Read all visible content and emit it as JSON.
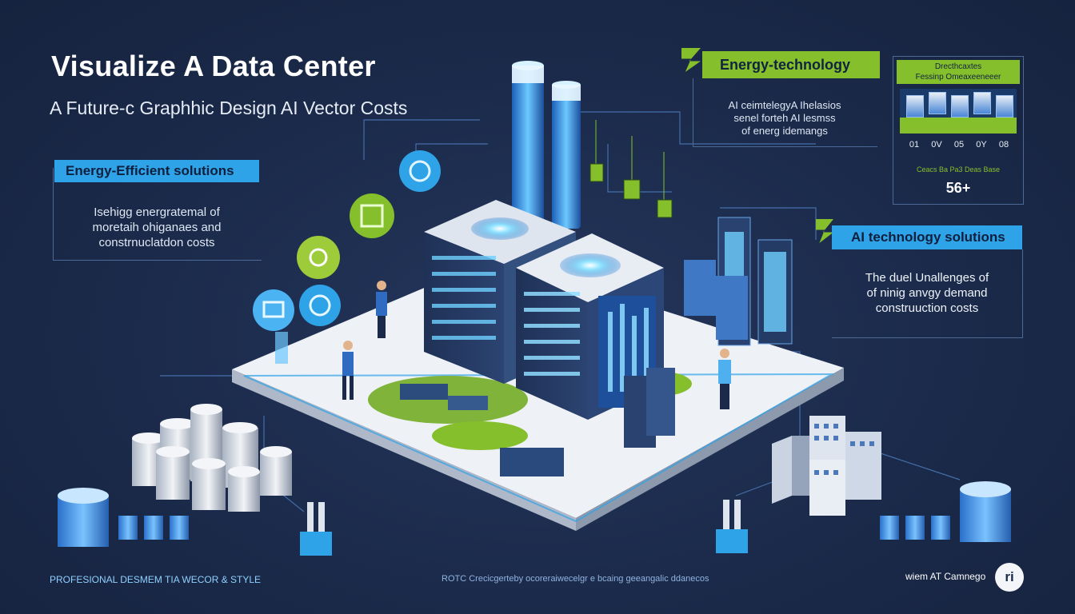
{
  "header": {
    "title": "Visualize A Data Center",
    "subtitle": "A Future-c Graphhic Design AI Vector Costs"
  },
  "left_panel": {
    "tag": "Energy-Efficient solutions",
    "lines": [
      "Isehigg energratemal of",
      "moretaih ohiganaes and",
      "constrnuclatdon costs"
    ]
  },
  "top_right_panel": {
    "tag": "Energy-technology",
    "lines": [
      "AI ceimtelegyA Ihelasios",
      "senel forteh AI lesmss",
      "of energ idemangs"
    ]
  },
  "mini_chart": {
    "heading": [
      "Drecthcaxtes",
      "Fessinp Omeaxeeneeer"
    ],
    "values": [
      "01",
      "0V",
      "05",
      "0Y",
      "08"
    ],
    "footer_line": "Ceacs Ba Pa3 Deas Base",
    "total": "56+"
  },
  "right_panel": {
    "tag": "AI technology solutions",
    "lines": [
      "The duel Unallenges of",
      "of ninig anvgy demand",
      "construuction costs"
    ]
  },
  "footer": {
    "left": "PROFESIONAL DESMEM TIA WECOR & STYLE",
    "center": "ROTC Crecicgerteby ocoreraiwecelgr e bcaing geeangalic ddanecos",
    "right": "wiem AT Camnego",
    "logo": "ri"
  },
  "colors": {
    "background": "#1b2a4a",
    "accent_blue": "#2fa3e8",
    "accent_green": "#86bf2c",
    "platform": "#eef1f6"
  }
}
